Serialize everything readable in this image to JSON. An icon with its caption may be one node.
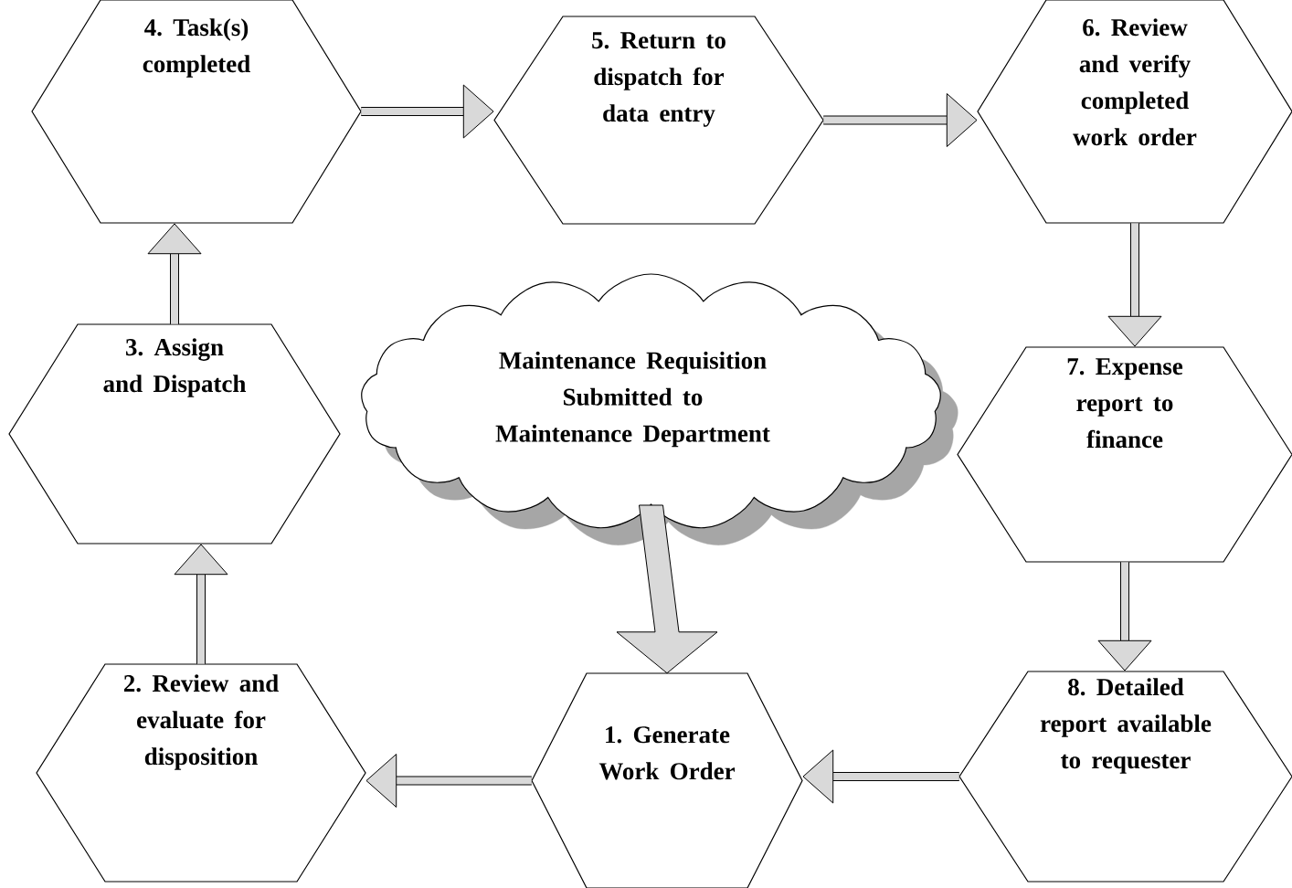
{
  "diagram": {
    "nodes": [
      {
        "text": [
          "4.  Task(s) completed"
        ]
      },
      {
        "text": [
          "5.  Return to dispatch for data entry"
        ]
      },
      {
        "text": [
          "6.  Review and verify completed work order"
        ]
      },
      {
        "text": [
          "3.  Assign and Dispatch"
        ]
      },
      {
        "text": [
          "Maintenance Requisition Submitted to Maintenance Department"
        ]
      },
      {
        "text": [
          "7. Expense report to finance"
        ]
      },
      {
        "text": [
          "2.  Review and evaluate for disposition"
        ]
      },
      {
        "text": [
          "1. Generate Work Order"
        ]
      },
      {
        "text": [
          "8.  Detailed report available to requester"
        ]
      }
    ],
    "edges": [
      {
        "from": 4,
        "to": 7,
        "arrow": "to",
        "style": "thick"
      },
      {
        "from": 7,
        "to": 6,
        "arrow": "to"
      },
      {
        "from": 6,
        "to": 3,
        "arrow": "to"
      },
      {
        "from": 3,
        "to": 0,
        "arrow": "to"
      },
      {
        "from": 0,
        "to": 1,
        "arrow": "to"
      },
      {
        "from": 1,
        "to": 2,
        "arrow": "to"
      },
      {
        "from": 2,
        "to": 5,
        "arrow": "to"
      },
      {
        "from": 5,
        "to": 8,
        "arrow": "to"
      },
      {
        "from": 8,
        "to": 7,
        "arrow": "to"
      }
    ]
  }
}
